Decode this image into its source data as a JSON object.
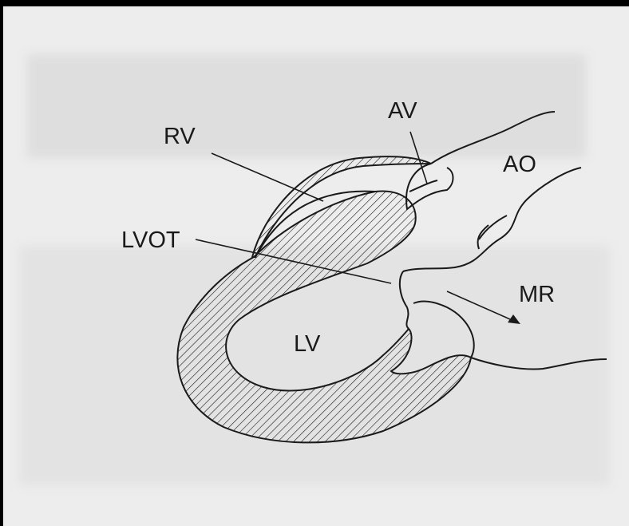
{
  "diagram": {
    "labels": {
      "rv": "RV",
      "av": "AV",
      "ao": "AO",
      "lvot": "LVOT",
      "mr": "MR",
      "lv": "LV"
    },
    "colors": {
      "background_frame": "#000000",
      "paper": "#ededed",
      "ink": "#1a1a1a"
    }
  }
}
